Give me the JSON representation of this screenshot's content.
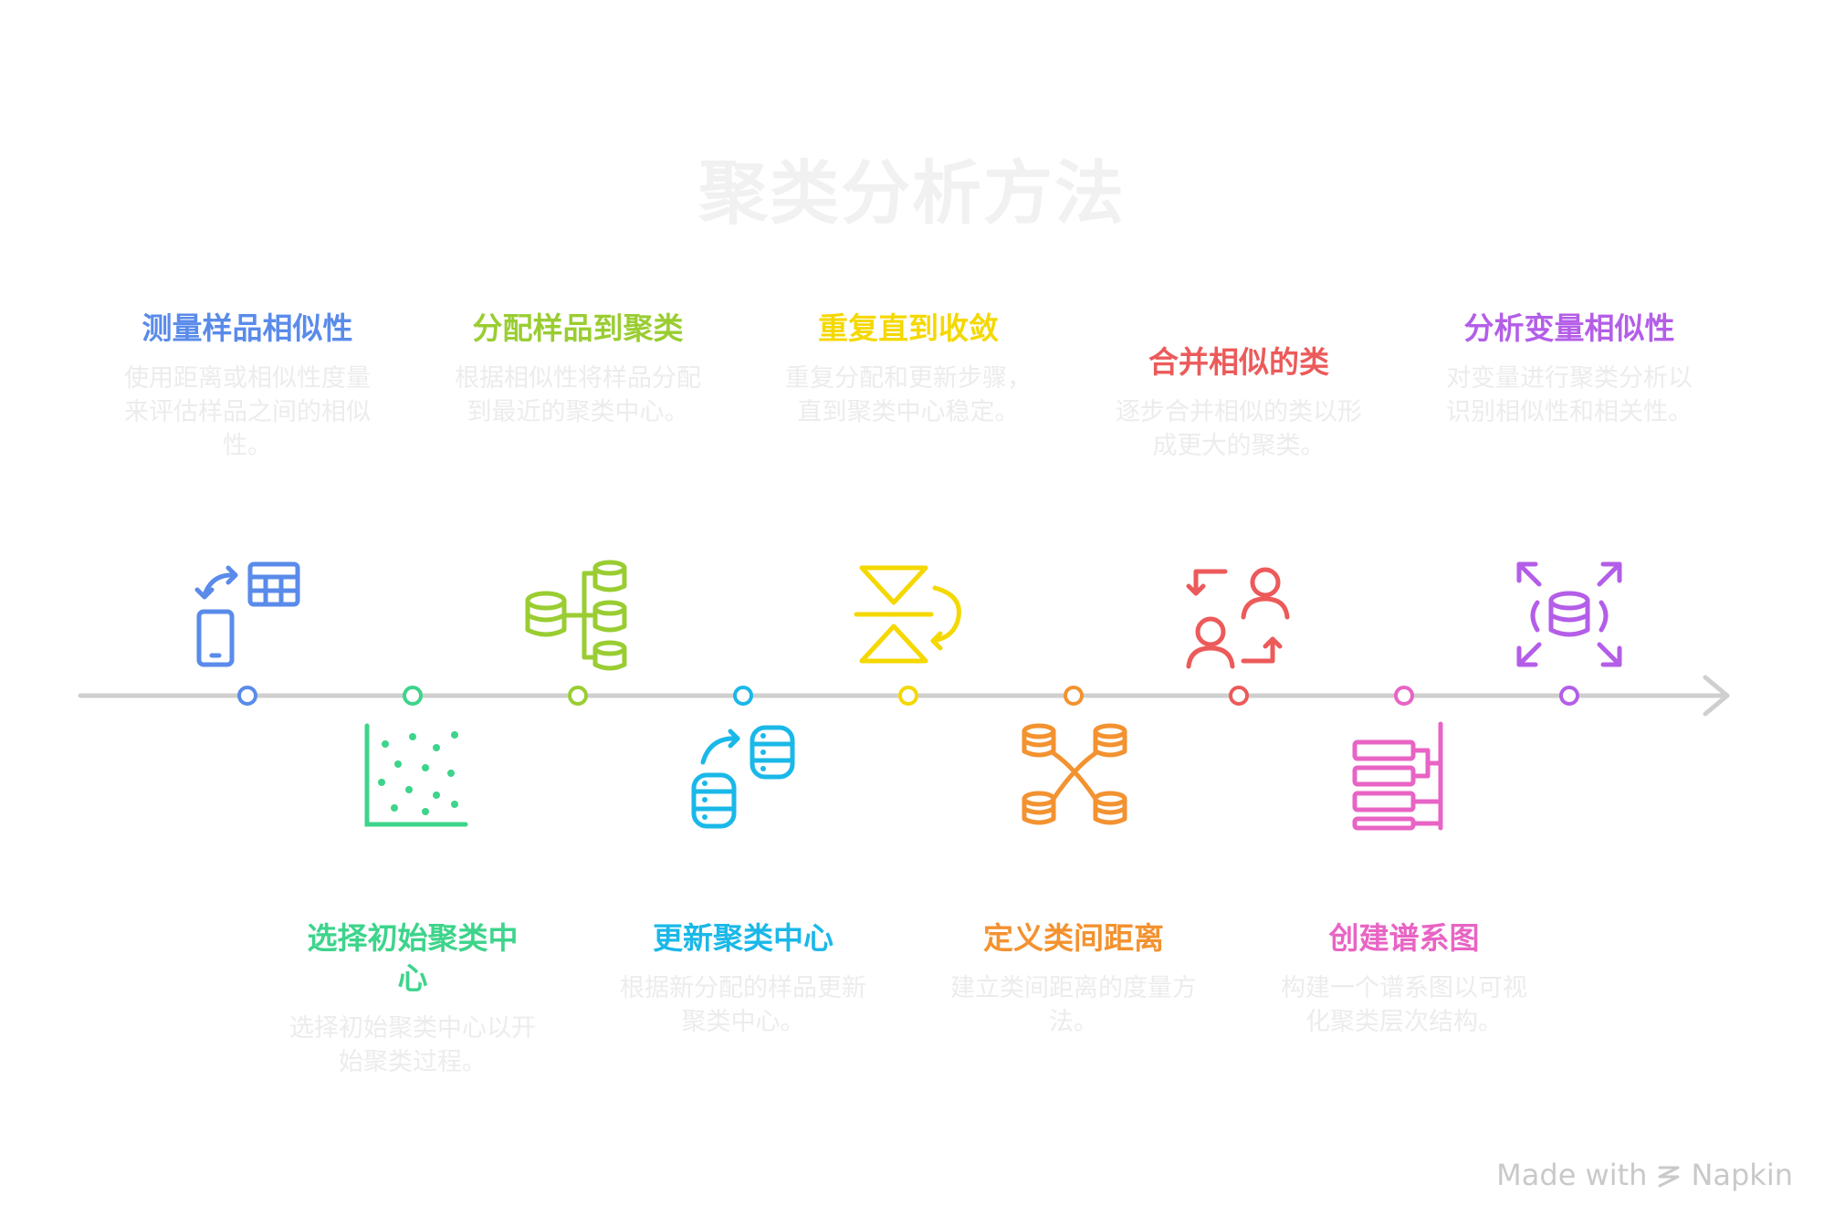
{
  "title": "聚类分析方法",
  "steps": [
    {
      "title": "测量样品相似性",
      "desc": "使用距离或相似性度量来评估样品之间的相似性。",
      "color": "#5a8bea",
      "icon": "phone-table-swap-icon"
    },
    {
      "title": "选择初始聚类中心",
      "desc": "选择初始聚类中心以开始聚类过程。",
      "color": "#3dd48b",
      "icon": "scatter-plot-icon"
    },
    {
      "title": "分配样品到聚类",
      "desc": "根据相似性将样品分配到最近的聚类中心。",
      "color": "#9acd32",
      "icon": "database-split-icon"
    },
    {
      "title": "更新聚类中心",
      "desc": "根据新分配的样品更新聚类中心。",
      "color": "#1ab8e8",
      "icon": "database-refresh-icon"
    },
    {
      "title": "重复直到收敛",
      "desc": "重复分配和更新步骤，直到聚类中心稳定。",
      "color": "#f5d800",
      "icon": "converge-loop-icon"
    },
    {
      "title": "定义类间距离",
      "desc": "建立类间距离的度量方法。",
      "color": "#f39230",
      "icon": "database-cross-icon"
    },
    {
      "title": "合并相似的类",
      "desc": "逐步合并相似的类以形成更大的聚类。",
      "color": "#ec5a5a",
      "icon": "users-merge-icon"
    },
    {
      "title": "创建谱系图",
      "desc": "构建一个谱系图以可视化聚类层次结构。",
      "color": "#e864c4",
      "icon": "dendrogram-icon"
    },
    {
      "title": "分析变量相似性",
      "desc": "对变量进行聚类分析以识别相似性和相关性。",
      "color": "#b45ee8",
      "icon": "database-expand-icon"
    }
  ],
  "watermark": {
    "label": "Made with",
    "brand": "Napkin",
    "icon": "napkin-logo-icon"
  }
}
